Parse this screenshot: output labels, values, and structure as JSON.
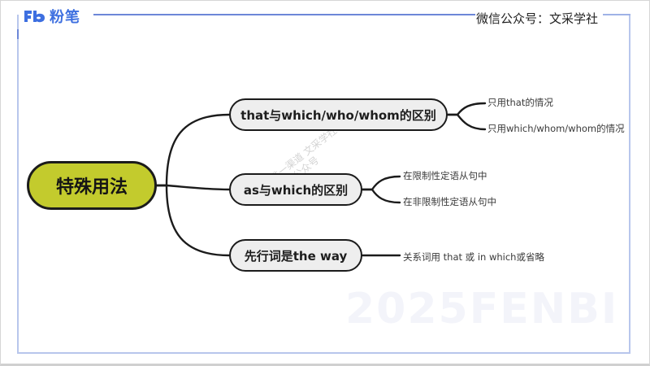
{
  "header": {
    "logo_text": "粉笔",
    "logo_icon": "fenbi-fb-logo-icon",
    "right_text": "微信公众号：文采学社"
  },
  "mindmap": {
    "root": {
      "label": "特殊用法",
      "color": "#c3cb2d"
    },
    "branches": [
      {
        "label": "that与which/who/whom的区别",
        "children": [
          "只用that的情况",
          "只用which/whom/whom的情况"
        ]
      },
      {
        "label": "as与which的区别",
        "children": [
          "在限制性定语从句中",
          "在非限制性定语从句中"
        ]
      },
      {
        "label": "先行词是the way",
        "children": [
          "关系词用 that 或 in which或省略"
        ]
      }
    ]
  },
  "watermarks": {
    "big": "2025FENBI",
    "diag_line1": "唯一渠道 文采学社",
    "diag_line2": "微信公众号"
  },
  "colors": {
    "brand_blue": "#3d6fe0",
    "frame_blue": "#6c87d8",
    "node_fill": "#eeeeee",
    "root_fill": "#c3cb2d",
    "stroke": "#1b1b1b"
  }
}
